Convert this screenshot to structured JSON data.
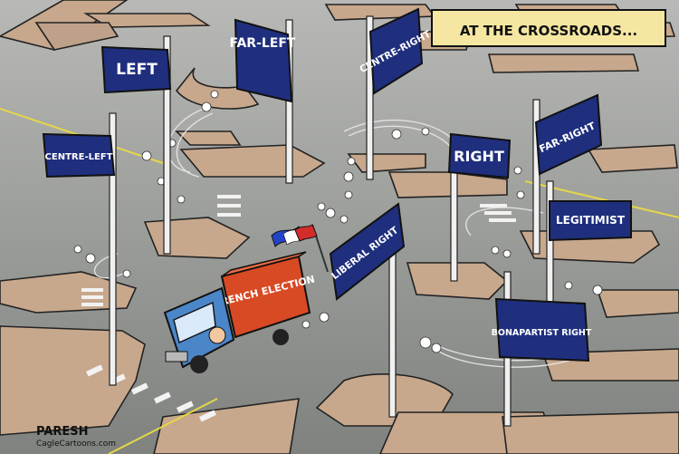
{
  "title": "AT THE CROSSROADS...",
  "truck_label": "FRENCH ELECTION",
  "signs": [
    {
      "id": "left",
      "label": "LEFT"
    },
    {
      "id": "far-left",
      "label": "FAR-LEFT"
    },
    {
      "id": "centre-right",
      "label": "CENTRE-RIGHT"
    },
    {
      "id": "centre-left",
      "label": "CENTRE-LEFT"
    },
    {
      "id": "right",
      "label": "RIGHT"
    },
    {
      "id": "far-right",
      "label": "FAR-RIGHT"
    },
    {
      "id": "legitimist",
      "label": "LEGITIMIST"
    },
    {
      "id": "liberal-right",
      "label": "LIBERAL RIGHT"
    },
    {
      "id": "bonapartist-right",
      "label": "BONAPARTIST RIGHT"
    }
  ],
  "signature": "PARESH",
  "credit": "CagleCartoons.com",
  "colors": {
    "sign_blue": "#1f2f7e",
    "truck_red": "#d84a24",
    "truck_blue": "#4b86c8",
    "road": "#8f938f",
    "curb": "#c8a98e",
    "banner": "#f5e7a1"
  }
}
